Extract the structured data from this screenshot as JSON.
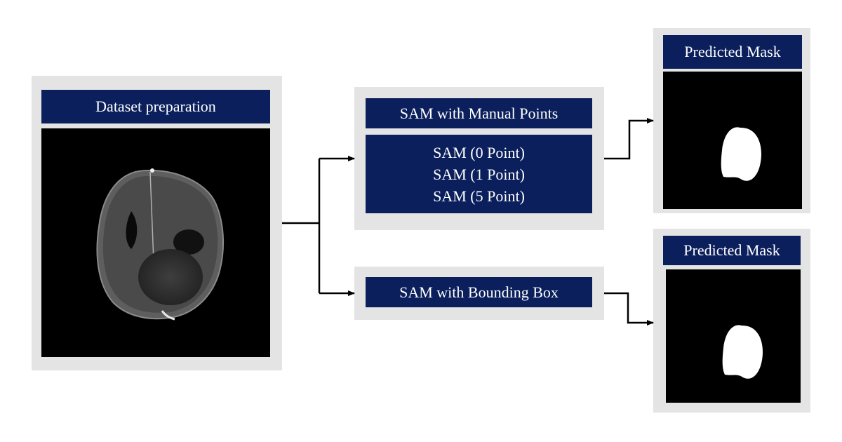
{
  "dataset": {
    "title": "Dataset preparation"
  },
  "manual": {
    "title": "SAM with Manual Points",
    "variants": [
      "SAM (0 Point)",
      "SAM (1 Point)",
      "SAM (5 Point)"
    ]
  },
  "bbox": {
    "title": "SAM with Bounding Box"
  },
  "output_top": {
    "title": "Predicted Mask"
  },
  "output_bottom": {
    "title": "Predicted Mask"
  },
  "colors": {
    "panel": "#e4e4e4",
    "header": "#0b1f5c",
    "arrow": "#000000"
  }
}
